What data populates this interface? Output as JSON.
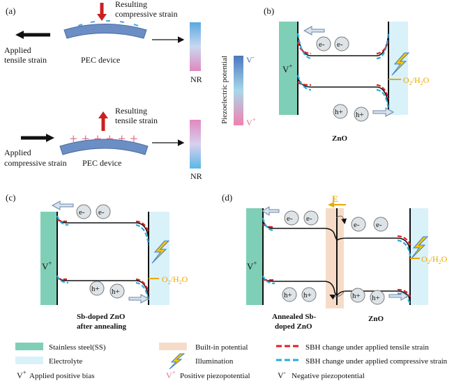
{
  "colors": {
    "ss": "#7fcfb6",
    "electrolyte": "#d9f1f9",
    "builtin": "#f6dcc8",
    "red_dash": "#e02020",
    "blue_dash": "#2aa8e0",
    "pos_sign": "#e07090",
    "neg_sign": "#4aa8e8",
    "arrow_red": "#cc1f1f",
    "field": "#e8a800",
    "o2": "#e8a800"
  },
  "panels": {
    "a": {
      "label": "(a)",
      "top": {
        "strain_text_1": "Resulting",
        "strain_text_2": "compressive strain",
        "applied_1": "Applied",
        "applied_2": "tensile strain",
        "device": "PEC device",
        "nr": "NR"
      },
      "bottom": {
        "strain_text_1": "Resulting",
        "strain_text_2": "tensile strain",
        "applied_1": "Applied",
        "applied_2": "compressive strain",
        "device": "PEC device",
        "nr": "NR"
      },
      "piezo_label": "Piezoelectric potential",
      "v_minus": "V",
      "v_minus_sup": "-",
      "v_plus": "V",
      "v_plus_sup": "+"
    },
    "b": {
      "label": "(b)",
      "v": "V",
      "v_sup": "+",
      "e1": "e-",
      "e2": "e-",
      "h1": "h+",
      "h2": "h+",
      "o2": "O",
      "o2_sub": "2",
      "o2_rest": "/H",
      "h2o_sub": "2",
      "h2o_rest": "O",
      "material": "ZnO"
    },
    "c": {
      "label": "(c)",
      "v": "V",
      "v_sup": "+",
      "e1": "e-",
      "e2": "e-",
      "h1": "h+",
      "h2": "h+",
      "o2": "O",
      "o2_sub": "2",
      "o2_rest": "/H",
      "h2o_sub": "2",
      "h2o_rest": "O",
      "material_1": "Sb-doped ZnO",
      "material_2": "after annealing"
    },
    "d": {
      "label": "(d)",
      "field": "E",
      "v": "V",
      "v_sup": "+",
      "e1": "e-",
      "e2": "e-",
      "e3": "e-",
      "e4": "e-",
      "h1": "h+",
      "h2": "h+",
      "h3": "h+",
      "h4": "h+",
      "o2": "O",
      "o2_sub": "2",
      "o2_rest": "/H",
      "h2o_sub": "2",
      "h2o_rest": "O",
      "material_left_1": "Annealed Sb-",
      "material_left_2": "doped ZnO",
      "material_right": "ZnO"
    }
  },
  "legend": {
    "ss": "Stainless steel(SS)",
    "builtin": "Built-in potential",
    "red": "SBH change under applied tensile strain",
    "electrolyte": "Electrolyte",
    "illumination": "Illumination",
    "blue": "SBH change under applied compressive strain",
    "bias_v": "V",
    "bias_sup": "+",
    "bias": "Applied positive bias",
    "pos_v": "V",
    "pos_sup": "+",
    "pos": "Positive piezopotential",
    "neg_v": "V",
    "neg_sup": "-",
    "neg": "Negative piezopotential"
  }
}
